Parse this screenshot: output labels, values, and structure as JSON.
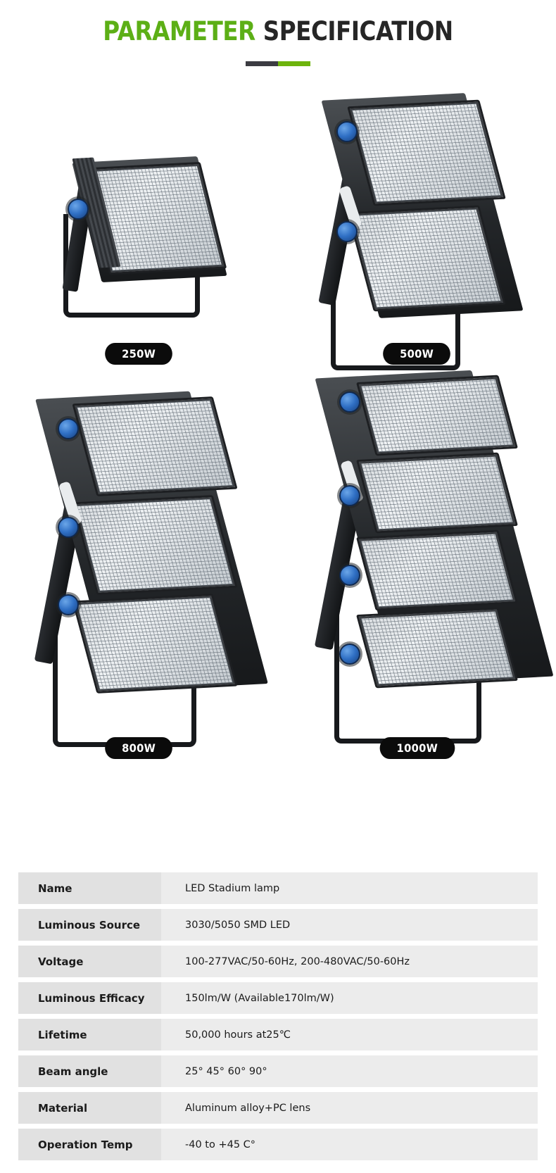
{
  "header": {
    "title_green": "PARAMETER",
    "title_dark": "SPECIFICATION",
    "divider_dark_color": "#3C3C42",
    "divider_green_color": "#6DB40C",
    "green_color": "#5CAF16",
    "dark_color": "#262626"
  },
  "products": [
    {
      "badge": "250W"
    },
    {
      "badge": "500W"
    },
    {
      "badge": "800W"
    },
    {
      "badge": "1000W"
    }
  ],
  "spec_table": {
    "rows": [
      {
        "label": "Name",
        "value": "LED Stadium lamp"
      },
      {
        "label": "Luminous Source",
        "value": "3030/5050 SMD LED"
      },
      {
        "label": "Voltage",
        "value": "100-277VAC/50-60Hz, 200-480VAC/50-60Hz"
      },
      {
        "label": "Luminous Efficacy",
        "value": "150lm/W (Available170lm/W)"
      },
      {
        "label": "Lifetime",
        "value": "50,000 hours at25℃"
      },
      {
        "label": "Beam angle",
        "value": "25° 45° 60° 90°"
      },
      {
        "label": "Material",
        "value": "Aluminum alloy+PC lens"
      },
      {
        "label": "Operation Temp",
        "value": "-40 to +45 C°"
      }
    ]
  }
}
